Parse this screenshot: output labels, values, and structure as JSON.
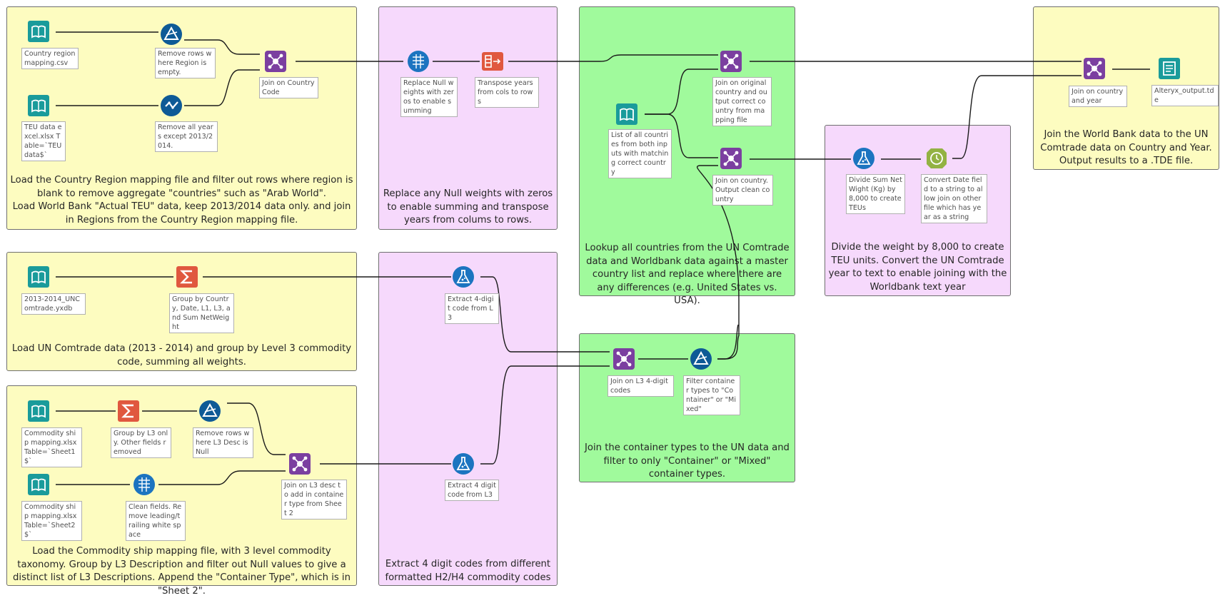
{
  "containers": [
    {
      "id": "c1",
      "text": "Load the Country Region mapping file and filter out rows where region is blank to remove aggregate \"countries\" such as \"Arab World\".\nLoad World Bank \"Actual TEU\" data, keep 2013/2014 data only. and join in Regions from the Country Region mapping file."
    },
    {
      "id": "c2",
      "text": "Replace any Null weights with zeros to enable summing and transpose years from colums to rows."
    },
    {
      "id": "c3",
      "text": "Lookup all countries from the UN Comtrade data and Worldbank data against a master country list and replace where there are any differences (e.g. United States vs. USA)."
    },
    {
      "id": "c4",
      "text": "Divide the weight by 8,000 to create TEU units.  Convert the UN Comtrade year to text to enable joining with the Worldbank text year"
    },
    {
      "id": "c5",
      "text": "Join the World Bank data to the UN Comtrade data on Country and Year. Output results to a .TDE file."
    },
    {
      "id": "c6",
      "text": "Load UN Comtrade data (2013 - 2014) and group by Level 3 commodity code, summing all weights."
    },
    {
      "id": "c7",
      "text": "Extract 4 digit codes from different formatted H2/H4 commodity codes"
    },
    {
      "id": "c8",
      "text": "Join the container types to the UN data and filter to only \"Container\" or \"Mixed\" container types."
    },
    {
      "id": "c9",
      "text": "Load the Commodity ship mapping file, with 3 level commodity taxonomy.  Group by L3 Description and filter out Null values to give a distinct list of L3 Descriptions.  Append the \"Container Type\", which is in \"Sheet 2\"."
    }
  ],
  "tools": [
    {
      "id": "t1",
      "type": "input",
      "icon": "book-icon",
      "annotation": "Country region mapping.csv"
    },
    {
      "id": "t2",
      "type": "filter",
      "icon": "filter-icon",
      "annotation": "Remove rows where Region is empty."
    },
    {
      "id": "t3",
      "type": "input",
      "icon": "book-icon",
      "annotation": "TEU data excel.xlsx Table=`TEU data$`"
    },
    {
      "id": "t4",
      "type": "filter-simple",
      "icon": "checkmark-filter-icon",
      "annotation": "Remove all years except 2013/2014."
    },
    {
      "id": "t5",
      "type": "join",
      "icon": "join-icon",
      "annotation": "Join on Country Code"
    },
    {
      "id": "t6",
      "type": "datacleansing",
      "icon": "cleanse-icon",
      "annotation": "Replace Null weights with zeros to enable summing"
    },
    {
      "id": "t7",
      "type": "transpose",
      "icon": "transpose-icon",
      "annotation": "Transpose years from cols to rows"
    },
    {
      "id": "t8",
      "type": "join",
      "icon": "join-icon",
      "annotation": "Join on original country and output correct country from mapping file"
    },
    {
      "id": "t9",
      "type": "input",
      "icon": "book-icon",
      "annotation": "List of all countries from both inputs with matching correct country"
    },
    {
      "id": "t10",
      "type": "join",
      "icon": "join-icon",
      "annotation": "Join on country. Output clean country"
    },
    {
      "id": "t11",
      "type": "formula",
      "icon": "flask-icon",
      "annotation": "Divide Sum Net Wight (Kg) by 8,000 to create TEUs"
    },
    {
      "id": "t12",
      "type": "datetime",
      "icon": "datetime-icon",
      "annotation": "Convert Date field to a string to allow join on other file which has year as a string"
    },
    {
      "id": "t13",
      "type": "join",
      "icon": "join-icon",
      "annotation": "Join on country and year"
    },
    {
      "id": "t14",
      "type": "output",
      "icon": "output-icon",
      "annotation": "Alteryx_output.tde"
    },
    {
      "id": "t15",
      "type": "input",
      "icon": "book-icon",
      "annotation": "2013-2014_UNComtrade.yxdb"
    },
    {
      "id": "t16",
      "type": "summarize",
      "icon": "sigma-icon",
      "annotation": "Group by Country, Date, L1, L3, and Sum NetWeight"
    },
    {
      "id": "t17",
      "type": "formula",
      "icon": "flask-icon",
      "annotation": "Extract 4-digit code from L3"
    },
    {
      "id": "t18",
      "type": "join",
      "icon": "join-icon",
      "annotation": "Join on L3 4-digit codes"
    },
    {
      "id": "t19",
      "type": "filter",
      "icon": "filter-icon",
      "annotation": "Filter container types to \"Container\" or \"Mixed\""
    },
    {
      "id": "t20",
      "type": "input",
      "icon": "book-icon",
      "annotation": "Commodity ship mapping.xlsx Table=`Sheet1$`"
    },
    {
      "id": "t21",
      "type": "summarize",
      "icon": "sigma-icon",
      "annotation": "Group by L3 only. Other fields removed"
    },
    {
      "id": "t22",
      "type": "filter",
      "icon": "filter-icon",
      "annotation": "Remove rows where L3 Desc is Null"
    },
    {
      "id": "t23",
      "type": "join",
      "icon": "join-icon",
      "annotation": "Join on L3 desc to add in container type from Sheet 2"
    },
    {
      "id": "t24",
      "type": "input",
      "icon": "book-icon",
      "annotation": "Commodity ship mapping.xlsx Table=`Sheet2$`"
    },
    {
      "id": "t25",
      "type": "datacleansing",
      "icon": "cleanse-icon",
      "annotation": "Clean fields. Remove leading/trailing white space"
    },
    {
      "id": "t26",
      "type": "formula",
      "icon": "flask-icon",
      "annotation": "Extract 4 digit code from L3"
    }
  ],
  "colors": {
    "input": "#1a9b9b",
    "filter": "#0e5a96",
    "join": "#7b3fa0",
    "cleanse": "#1c74c0",
    "transpose": "#e0583f",
    "sigma": "#e0583f",
    "datetime": "#93b243",
    "output": "#1a9b9b",
    "wire": "#1a1a1a"
  }
}
